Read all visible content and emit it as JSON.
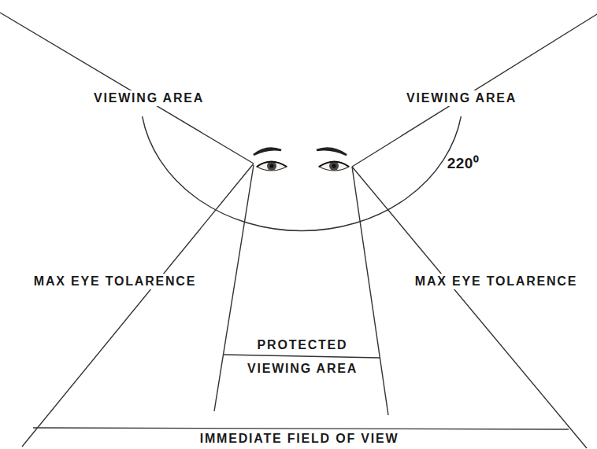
{
  "diagram": {
    "labels": [
      "VIEWING AREA",
      "VIEWING AREA",
      "220⁰",
      "MAX EYE TOLARENCE",
      "MAX EYE TOLARENCE",
      "PROTECTED VIEWING AREA",
      "IMMEDIATE FIELD OF VIEW"
    ]
  }
}
